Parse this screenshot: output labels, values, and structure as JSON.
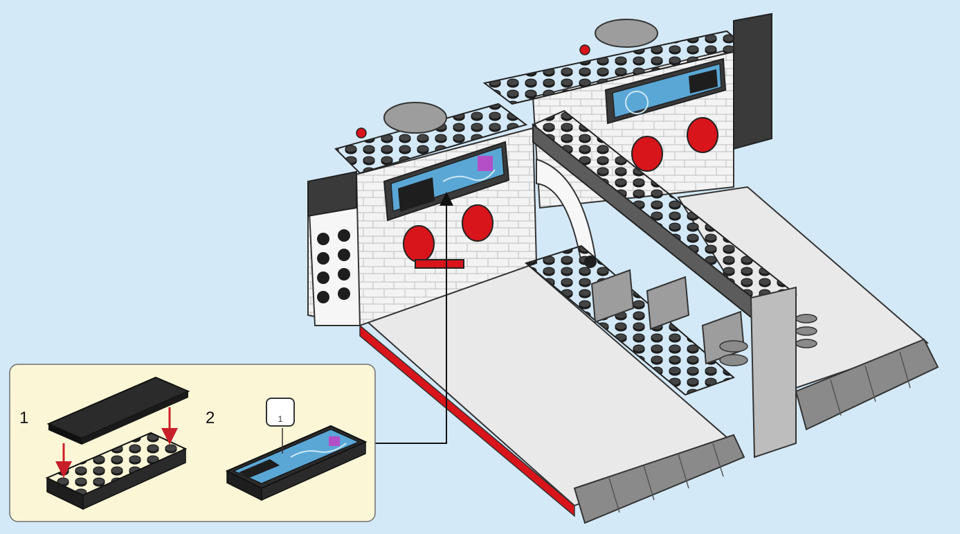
{
  "page": {
    "background_color": "#d4e9f8",
    "callout_background": "#fbf6d6"
  },
  "main_model": {
    "description_icon": "lego-space-base-model-icon",
    "colors": {
      "dark_brick": "#3b3b3b",
      "light_wall": "#f4f4f4",
      "red_part": "#d8151b",
      "screen_blue": "#5aa7d6",
      "grey_slope": "#8f8f8f"
    }
  },
  "callout": {
    "steps": [
      {
        "number": "1",
        "icon": "plate-and-tile-assembly-icon"
      },
      {
        "number": "2",
        "icon": "stickered-tile-icon"
      }
    ],
    "sticker_badge": {
      "label": "1",
      "icon": "sticker-icon"
    }
  }
}
